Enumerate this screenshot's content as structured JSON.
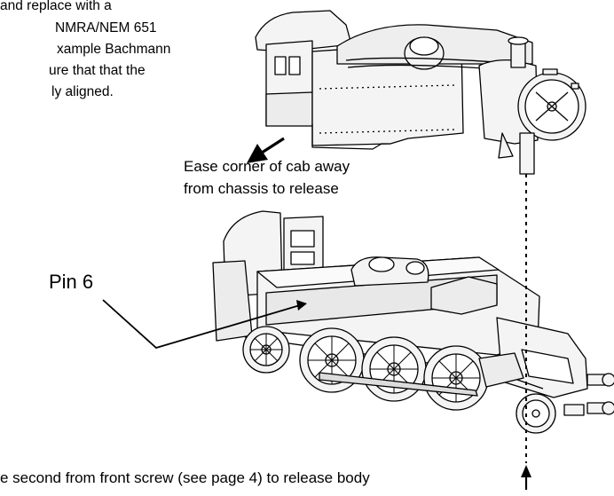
{
  "intro_lines": [
    "and replace with a",
    "NMRA/NEM 651",
    "xample Bachmann",
    "ure that that the",
    "ly aligned."
  ],
  "ease_label": {
    "line1": "Ease corner of cab away",
    "line2": "from chassis to release"
  },
  "pin_label": "Pin 6",
  "bottom_caption": "e second from  front screw (see page 4) to release body",
  "colors": {
    "ink": "#000000",
    "body_fill": "#f4f4f4",
    "shade": "#dcdcdc"
  }
}
